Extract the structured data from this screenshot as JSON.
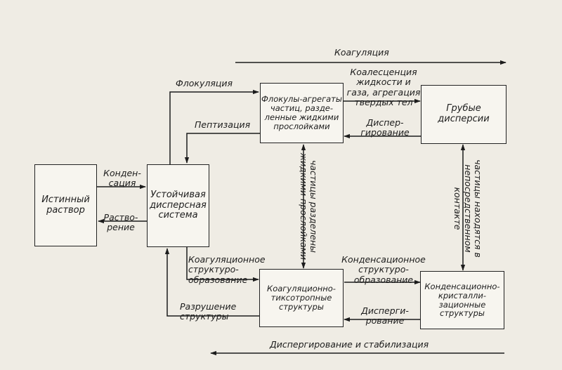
{
  "boxes": {
    "true_solution": "Истинный\nраствор",
    "stable_system": "Устойчивая\nдисперсная\nсистема",
    "floccules": "Флокулы-агрегаты\nчастиц, разде-\nленные жидкими\nпрослойками",
    "coarse": "Грубые\nдисперсии",
    "coag_thixo": "Коагуляционно-\nтиксотропные\nструктуры",
    "cond_cryst": "Конденсационно-\nкристалли-\nзационные\nструктуры"
  },
  "labels": {
    "coagulation": "Коагуляция",
    "dispersion_stabilization": "Диспергирование и стабилизация",
    "flocculation": "Флокуляция",
    "peptization": "Пептизация",
    "coalescence": "Коалесценция\nжидкости и\nгаза, агрегация\nтвердых тел",
    "dispersing_top": "Диспер-\nгирование",
    "condensation": "Конден-\nсация",
    "dissolution": "Раство-\nрение",
    "coag_structuring": "Коагуляционное\nструктуро-\nобразование",
    "cond_structuring": "Конденсационное\nструктуро-\nобразование",
    "structure_destruction": "Разрушение\nструктуры",
    "dispersing_bottom": "Дисперги-\nрование",
    "particles_separated": "частицы разделены\nжидкими прослойками",
    "particles_contact": "частицы находятся в\nнепосредственном\nконтакте"
  }
}
